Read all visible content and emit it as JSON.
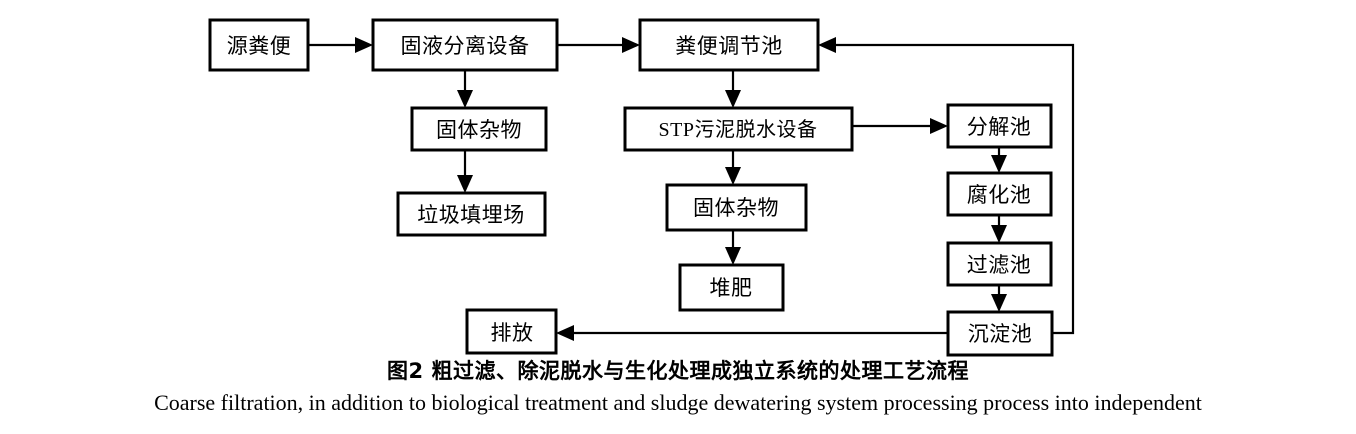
{
  "figure": {
    "caption_zh": "图2  粗过滤、除泥脱水与生化处理成独立系统的处理工艺流程",
    "caption_en": "Coarse filtration, in addition to biological treatment and sludge dewatering system processing process into independent",
    "background_color": "#ffffff",
    "line_color": "#000000",
    "box_fill": "#ffffff"
  },
  "nodes": {
    "source_manure": {
      "label": "源粪便"
    },
    "solid_liquid_separator": {
      "label": "固液分离设备"
    },
    "manure_regulating_tank": {
      "label": "粪便调节池"
    },
    "solid_waste_left": {
      "label": "固体杂物"
    },
    "stp_sludge_dewatering": {
      "label": "STP污泥脱水设备"
    },
    "decomposition_tank": {
      "label": "分解池"
    },
    "landfill": {
      "label": "垃圾填埋场"
    },
    "solid_waste_middle": {
      "label": "固体杂物"
    },
    "putrefaction_tank": {
      "label": "腐化池"
    },
    "compost": {
      "label": "堆肥"
    },
    "filtration_tank": {
      "label": "过滤池"
    },
    "discharge": {
      "label": "排放"
    },
    "sedimentation_tank": {
      "label": "沉淀池"
    }
  },
  "edges": [
    {
      "name": "source-to-separator",
      "from": "源粪便",
      "to": "固液分离设备"
    },
    {
      "name": "separator-to-regulating-tank",
      "from": "固液分离设备",
      "to": "粪便调节池"
    },
    {
      "name": "separator-to-solid-waste",
      "from": "固液分离设备",
      "to": "固体杂物"
    },
    {
      "name": "solid-waste-to-landfill",
      "from": "固体杂物",
      "to": "垃圾填埋场"
    },
    {
      "name": "regulating-tank-to-stp",
      "from": "粪便调节池",
      "to": "STP污泥脱水设备"
    },
    {
      "name": "stp-to-solid-waste",
      "from": "STP污泥脱水设备",
      "to": "固体杂物"
    },
    {
      "name": "solid-waste-to-compost",
      "from": "固体杂物",
      "to": "堆肥"
    },
    {
      "name": "stp-to-decomposition",
      "from": "STP污泥脱水设备",
      "to": "分解池"
    },
    {
      "name": "decomposition-to-putrefaction",
      "from": "分解池",
      "to": "腐化池"
    },
    {
      "name": "putrefaction-to-filtration",
      "from": "腐化池",
      "to": "过滤池"
    },
    {
      "name": "filtration-to-sedimentation",
      "from": "过滤池",
      "to": "沉淀池"
    },
    {
      "name": "sedimentation-to-discharge",
      "from": "沉淀池",
      "to": "排放"
    },
    {
      "name": "sedimentation-recycle-to-regulating-tank",
      "from": "沉淀池",
      "to": "粪便调节池"
    }
  ]
}
